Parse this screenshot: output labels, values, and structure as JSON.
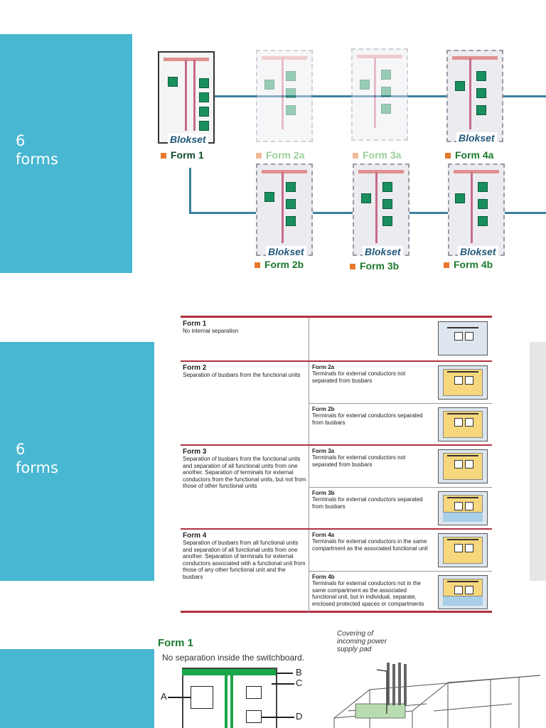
{
  "side_panels": [
    {
      "number": "6",
      "word": "forms"
    },
    {
      "number": "6",
      "word": "forms"
    }
  ],
  "diagram": {
    "blokset": "Blokset",
    "labels": {
      "form1": "Form 1",
      "form2a": "Form 2a",
      "form3a": "Form 3a",
      "form4a": "Form 4a",
      "form2b": "Form 2b",
      "form3b": "Form 3b",
      "form4b": "Form 4b"
    }
  },
  "table": {
    "form1": {
      "title": "Form 1",
      "desc": "No internal separation"
    },
    "form2": {
      "title": "Form 2",
      "desc": "Separation of busbars from the functional units",
      "a": {
        "title": "Form 2a",
        "desc": "Terminals for external conductors not separated from busbars"
      },
      "b": {
        "title": "Form 2b",
        "desc": "Terminals for external conductors separated from busbars"
      }
    },
    "form3": {
      "title": "Form 3",
      "desc": "Separation of busbars from the functional units and separation of all functional units from one another. Separation of terminals for external conductors from the functional units, but not from those of other functional units",
      "a": {
        "title": "Form 3a",
        "desc": "Terminals for external conductors not separated from busbars"
      },
      "b": {
        "title": "Form 3b",
        "desc": "Terminals for external conductors separated from busbars"
      }
    },
    "form4": {
      "title": "Form 4",
      "desc": "Separation of busbars from all functional units and separation of all functional units from one another. Separation of terminals for external conductors associated with a functional unit from those of any other functional unit and the busbars",
      "a": {
        "title": "Form 4a",
        "desc": "Terminals for external conductors in the same compartment as the associated functional unit"
      },
      "b": {
        "title": "Form 4b",
        "desc": "Terminals for external conductors not in the same compartment as the associated functional unit, but in individual, separate, enclosed protected spaces or compartments"
      }
    }
  },
  "bottom": {
    "title": "Form 1",
    "subtitle": "No separation inside the switchboard.",
    "labels": {
      "a": "A",
      "b": "B",
      "c": "C",
      "d": "D"
    },
    "covering_note": [
      "Covering of",
      "incoming power",
      "supply pad"
    ]
  }
}
